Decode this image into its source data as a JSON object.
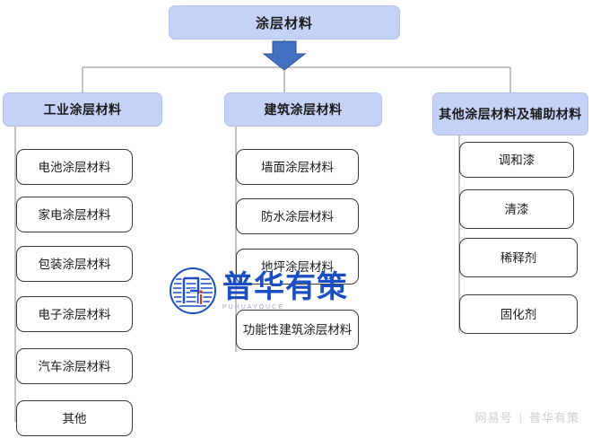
{
  "diagram": {
    "type": "tree-hierarchy",
    "root": {
      "label": "涂层材料"
    },
    "arrow": {
      "name": "down-arrow",
      "color": "#3f6fc0"
    },
    "colors": {
      "node_fill": "#c5d2f7",
      "node_border": "#b3c2ee",
      "leaf_fill": "#ffffff",
      "leaf_border": "#3a3a3a",
      "connector": "#8a8a8a",
      "text": "#1b1b1b"
    },
    "categories": [
      {
        "label": "工业涂层材料",
        "items": [
          "电池涂层材料",
          "家电涂层材料",
          "包装涂层材料",
          "电子涂层材料",
          "汽车涂层材料",
          "其他"
        ]
      },
      {
        "label": "建筑涂层材料",
        "items": [
          "墙面涂层材料",
          "防水涂层材料",
          "地坪涂层材料",
          "功能性建筑涂层材料"
        ]
      },
      {
        "label": "其他涂层材料及辅助材料",
        "items": [
          "调和漆",
          "清漆",
          "稀释剂",
          "固化剂"
        ]
      }
    ]
  },
  "watermark": {
    "brand": "普华有策",
    "brand_pinyin": "PUHUAYOUCE",
    "corner_source": "网易号",
    "corner_divider": "|",
    "corner_brand": "普华有策"
  }
}
